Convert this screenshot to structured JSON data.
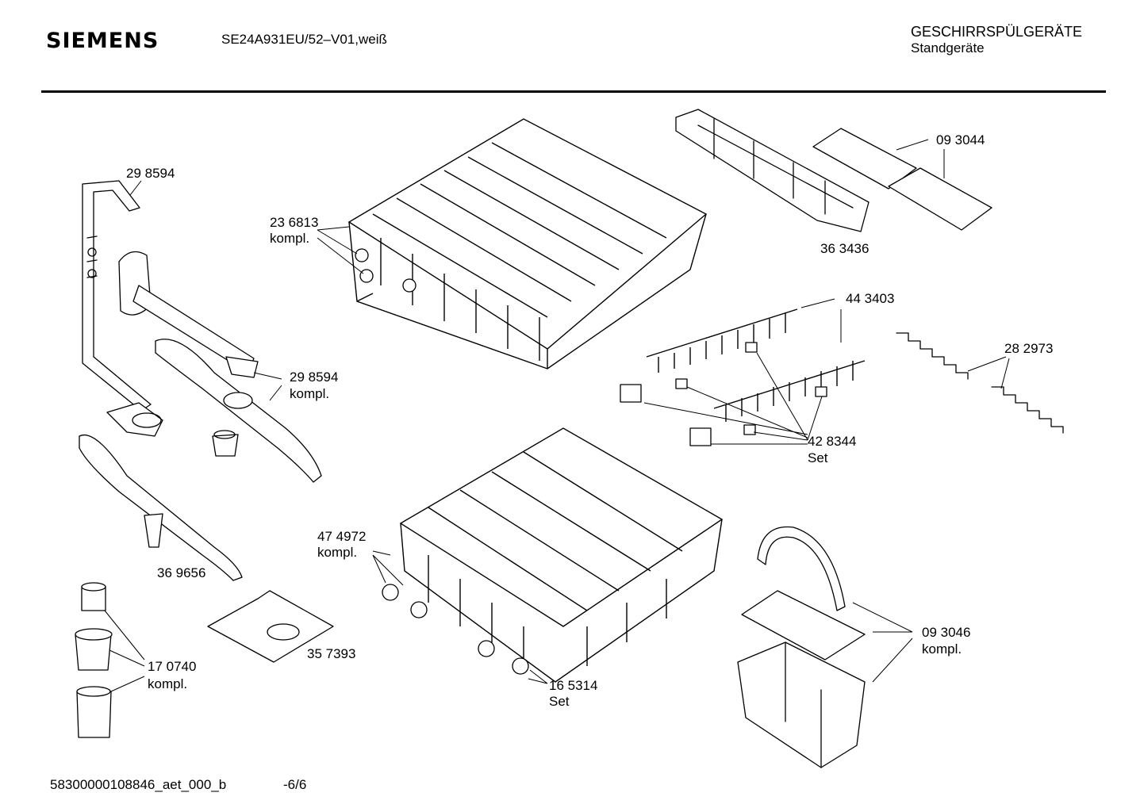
{
  "header": {
    "brand": "SIEMENS",
    "model": "SE24A931EU/52–V01,weiß",
    "category": "GESCHIRRSPÜLGERÄTE",
    "subcategory": "Standgeräte"
  },
  "footer": {
    "doc_id": "58300000108846_aet_000_b",
    "page": "-6/6"
  },
  "parts": [
    {
      "number": "29 8594",
      "note": ""
    },
    {
      "number": "23 6813",
      "note": "kompl."
    },
    {
      "number": "09 3044",
      "note": ""
    },
    {
      "number": "36 3436",
      "note": ""
    },
    {
      "number": "44 3403",
      "note": ""
    },
    {
      "number": "29 8594",
      "note": "kompl."
    },
    {
      "number": "28 2973",
      "note": ""
    },
    {
      "number": "42 8344",
      "note": "Set"
    },
    {
      "number": "47 4972",
      "note": "kompl."
    },
    {
      "number": "36 9656",
      "note": ""
    },
    {
      "number": "09 3046",
      "note": "kompl."
    },
    {
      "number": "35 7393",
      "note": ""
    },
    {
      "number": "17 0740",
      "note": "kompl."
    },
    {
      "number": "16 5314",
      "note": "Set"
    }
  ]
}
